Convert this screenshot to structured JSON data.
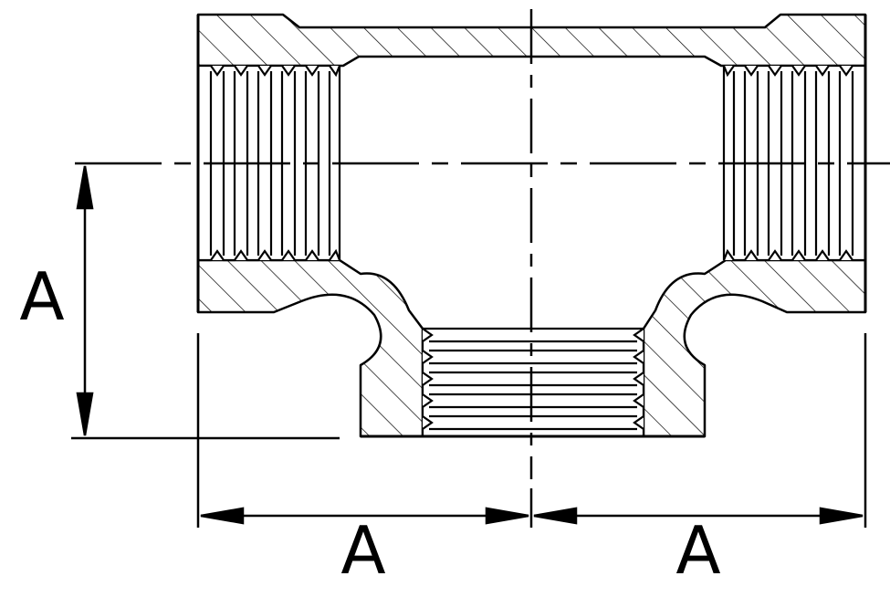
{
  "dimensions": {
    "vertical_label": "A",
    "horizontal_left_label": "A",
    "horizontal_right_label": "A"
  },
  "colors": {
    "line": "#000000",
    "background": "#ffffff"
  }
}
